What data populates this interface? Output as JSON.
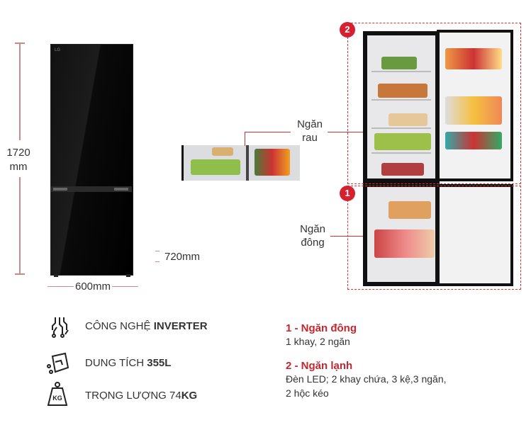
{
  "dimensions": {
    "height": "1720",
    "height_unit": "mm",
    "width": "600mm",
    "drawer": "720mm"
  },
  "labels": {
    "vegetable": [
      "Ngăn",
      "rau"
    ],
    "freezer": [
      "Ngăn",
      "đông"
    ]
  },
  "badges": {
    "freezer": "1",
    "fridge": "2"
  },
  "features": [
    {
      "icon": "inverter-chip-icon",
      "text": "CÔNG NGHỆ ",
      "bold": "INVERTER"
    },
    {
      "icon": "capacity-icon",
      "text": "DUNG TÍCH ",
      "bold": "355L"
    },
    {
      "icon": "weight-kg-icon",
      "text": "TRỌNG LƯỢNG 74",
      "bold": "KG",
      "icon_text": "KG"
    }
  ],
  "compartments": [
    {
      "title": "1 - Ngăn đông",
      "lines": [
        "1 khay, 2 ngăn"
      ]
    },
    {
      "title": "2 - Ngăn lạnh",
      "lines": [
        "Đèn LED; 2 khay chứa, 3 kệ,3 ngăn,",
        "2 hộc kéo"
      ]
    }
  ],
  "colors": {
    "accent": "#c4262e",
    "dimension": "#c98a8a"
  }
}
